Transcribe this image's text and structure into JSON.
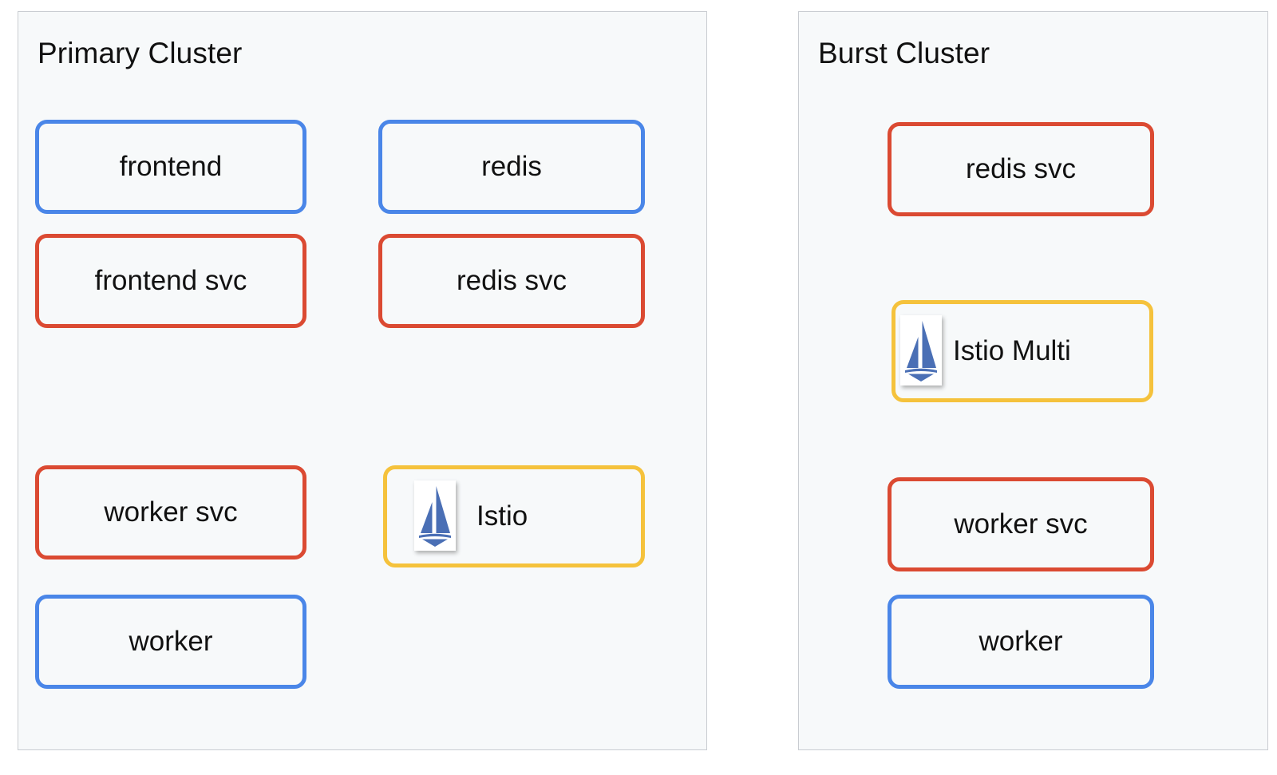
{
  "diagram": {
    "type": "cluster-topology",
    "background_color": "#ffffff",
    "panel_background": "#f7f9fa",
    "panel_border_color": "#c9ccd1",
    "colors": {
      "blue": "#4a86e8",
      "red": "#db4a32",
      "yellow": "#f5c23c",
      "logo_blue": "#4a6fb5",
      "text": "#111111"
    }
  },
  "clusters": [
    {
      "id": "primary",
      "title": "Primary Cluster",
      "nodes": [
        {
          "label": "frontend",
          "color": "blue",
          "icon": null
        },
        {
          "label": "redis",
          "color": "blue",
          "icon": null
        },
        {
          "label": "frontend svc",
          "color": "red",
          "icon": null
        },
        {
          "label": "redis svc",
          "color": "red",
          "icon": null
        },
        {
          "label": "worker svc",
          "color": "red",
          "icon": null
        },
        {
          "label": "Istio",
          "color": "yellow",
          "icon": "istio-sailboat-icon"
        },
        {
          "label": "worker",
          "color": "blue",
          "icon": null
        }
      ]
    },
    {
      "id": "burst",
      "title": "Burst Cluster",
      "nodes": [
        {
          "label": "redis svc",
          "color": "red",
          "icon": null
        },
        {
          "label": "Istio Multi",
          "color": "yellow",
          "icon": "istio-sailboat-icon"
        },
        {
          "label": "worker svc",
          "color": "red",
          "icon": null
        },
        {
          "label": "worker",
          "color": "blue",
          "icon": null
        }
      ]
    }
  ]
}
